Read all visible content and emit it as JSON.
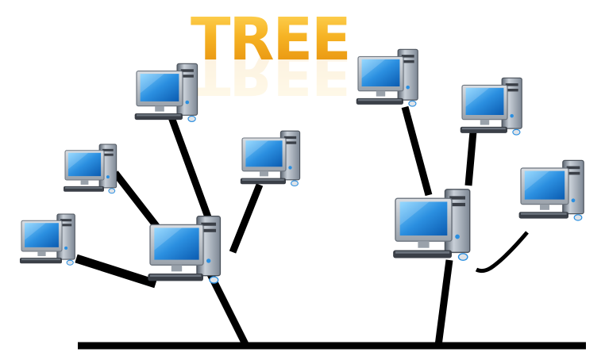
{
  "title": "TREE",
  "colors": {
    "title_top": "#ffd75a",
    "title_bottom": "#e58e0c",
    "cable": "#000000",
    "screen": "#2b8fe0",
    "tower": "#8c97a5",
    "case": "#3a3f47"
  },
  "nodes": [
    {
      "id": "pc-top-center",
      "icon": "desktop-computer-icon"
    },
    {
      "id": "pc-left-upper",
      "icon": "desktop-computer-icon"
    },
    {
      "id": "pc-left-lower",
      "icon": "desktop-computer-icon"
    },
    {
      "id": "pc-hub-left",
      "icon": "desktop-computer-icon"
    },
    {
      "id": "pc-mid",
      "icon": "desktop-computer-icon"
    },
    {
      "id": "pc-right-top-a",
      "icon": "desktop-computer-icon"
    },
    {
      "id": "pc-right-top-b",
      "icon": "desktop-computer-icon"
    },
    {
      "id": "pc-right-far",
      "icon": "desktop-computer-icon"
    },
    {
      "id": "pc-hub-right",
      "icon": "desktop-computer-icon"
    }
  ]
}
